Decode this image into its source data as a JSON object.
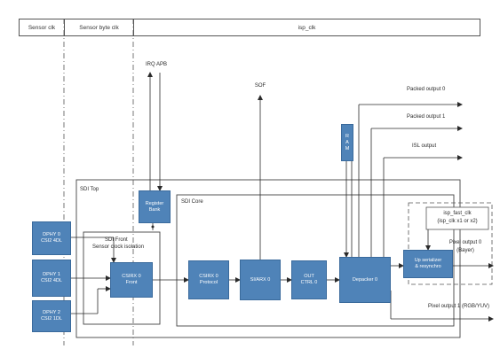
{
  "header": {
    "sensor_clk": "Sensor clk",
    "sensor_byte_clk": "Sensor byte clk",
    "isp_clk": "isp_clk"
  },
  "labels": {
    "irq_apb": "IRQ  APB",
    "sof": "SOF",
    "packed_output_0": "Packed output 0",
    "packed_output_1": "Packed output 1",
    "isl_output": "ISL output",
    "sdi_top": "SDI Top",
    "sdi_core": "SDI Core",
    "sdi_front_line1": "SDI Front",
    "sdi_front_line2": "Sensor clock isolation",
    "isp_fast_clk_line1": "isp_fast_clk",
    "isp_fast_clk_line2": "(isp_clk x1 or x2)",
    "pixel_output_0_line1": "Pixel output 0",
    "pixel_output_0_line2": "(Bayer)",
    "pixel_output_1": "Pixel output 1 (RGB/YUV)"
  },
  "blocks": {
    "register_bank": [
      "Register",
      "Bank"
    ],
    "ram": [
      "R",
      "A",
      "M"
    ],
    "dphy0": [
      "DPHY 0",
      "CSI2 4DL"
    ],
    "dphy1": [
      "DPHY 1",
      "CSI2 4DL"
    ],
    "dphy2": [
      "DPHY 2",
      "CSI2 1DL"
    ],
    "csirx_front": [
      "CSIRX 0",
      "Front"
    ],
    "csirx_protocol": [
      "CSIRX 0",
      "Protocol"
    ],
    "siarx": [
      "SI/ARX 0"
    ],
    "out_ctrl": [
      "OUT",
      "CTRL 0"
    ],
    "depacker": [
      "Depacker 0"
    ],
    "upserializer": [
      "Up serializer",
      "& resynchro"
    ]
  },
  "colors": {
    "block_fill": "#4f83b8",
    "block_border": "#3a6a9c",
    "line": "#2a2a2a",
    "dashed_box": "#555555"
  }
}
